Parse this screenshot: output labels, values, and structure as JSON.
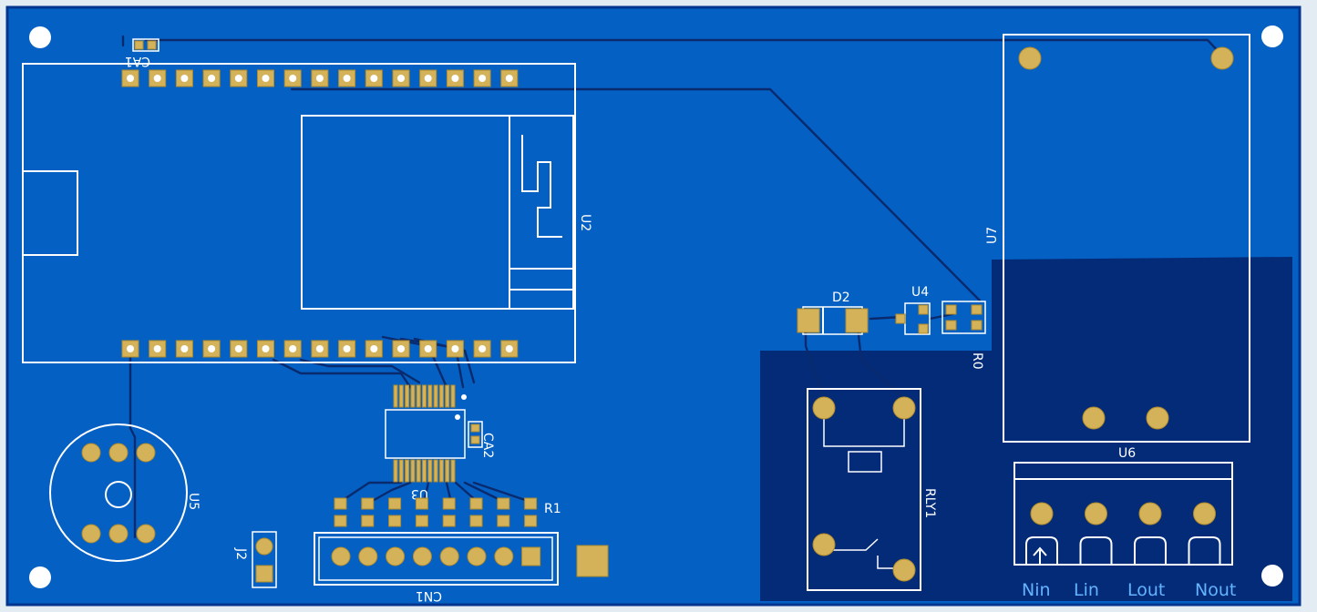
{
  "board": {
    "colors": {
      "board": "#0560c4",
      "ground_pour": "#042b78",
      "trace": "#0a2a6e",
      "silkscreen": "#ffffff",
      "pad": "#d4b25a",
      "connector_label": "#64b3ff"
    }
  },
  "designators": {
    "ca1": "CA1",
    "u2": "U2",
    "u7": "U7",
    "d2": "D2",
    "u4": "U4",
    "r0": "R0",
    "ca2": "CA2",
    "u3": "U3",
    "r1": "R1",
    "u5": "U5",
    "j2": "J2",
    "cn1": "CN1",
    "rly1": "RLY1",
    "u6": "U6"
  },
  "terminals": [
    "Nin",
    "Lin",
    "Lout",
    "Nout"
  ]
}
